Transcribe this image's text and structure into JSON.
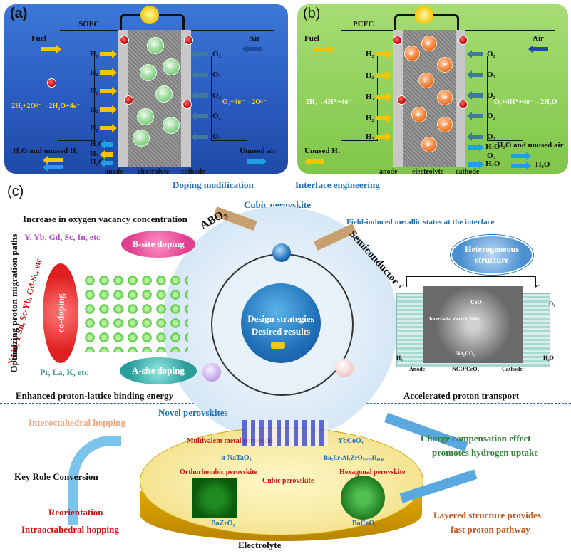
{
  "panel_a": {
    "label": "(a)",
    "title": "SOFC",
    "fuel": "Fuel",
    "air": "Air",
    "h2": "H₂",
    "o2": "O₂",
    "h2o": "H₂O",
    "ion": "O²⁻",
    "anode_reaction": "2H₂+2O²⁻→2H₂O+4e⁻",
    "cathode_reaction": "O₂+4e⁻→2O²⁻",
    "exhaust_left": "H₂O and unused H₂",
    "exhaust_right": "Unused air",
    "anode": "anode",
    "electrolyte": "electrolyte",
    "cathode": "cathode"
  },
  "panel_b": {
    "label": "(b)",
    "title": "PCFC",
    "fuel": "Fuel",
    "air": "Air",
    "h2": "H₂",
    "o2": "O₂",
    "h2o": "H₂O",
    "ion": "H⁺",
    "anode_reaction": "2H₂→4H⁺+4e⁻",
    "cathode_reaction": "O₂+4H⁺+4e⁻→2H₂O",
    "exhaust_left": "Unused H₂",
    "exhaust_right_1": "H₂O and unused air",
    "exhaust_right_2": "H₂O",
    "anode": "anode",
    "electrolyte": "electrolyte",
    "cathode": "cathode"
  },
  "panel_c": {
    "label": "(c)",
    "doping_modification": "Doping modification",
    "interface_engineering": "Interface engineering",
    "increase_vacancy": "Increase in oxygen vacancy concentration",
    "cubic_perovskite": "Cubic perovskite",
    "field_induced": "Field-induced metallic states at the interface",
    "abo3": "ABO₃",
    "semiconductor": "Semiconductor",
    "b_site_list": "Y, Yb, Gd, Sc, In, etc",
    "b_site_doping": "B-site doping",
    "co_doping_list": "Y-Gd, Y-Sn, Sc-Yb, Gd-Sc, etc",
    "co_doping": "co-doping",
    "a_site_list": "Pr, La, K, etc",
    "a_site_doping": "A-site doping",
    "optimizing": "Optimizing proton migration paths",
    "enhanced_binding": "Enhanced proton-lattice binding energy",
    "heterogeneous": "Heterogeneous structure",
    "design_1": "Design strategies",
    "design_2": "Desired results",
    "accelerated": "Accelerated proton transport",
    "inset_ceo2": "CeO₂",
    "inset_field": "Interfacial electric field",
    "inset_naco": "Na₂CO₃",
    "inset_anode": "Anode",
    "inset_nco": "NCO/CeO₂",
    "inset_cathode": "Cathode",
    "inset_h2": "H₂",
    "inset_h2o": "H₂O",
    "inset_o2": "O₂",
    "inset_e": "e⁻",
    "novel_perovskites": "Novel perovskites",
    "interoctahedral": "Interoctahedral hopping",
    "key_role": "Key Role Conversion",
    "reorientation": "Reorientation",
    "intraoctahedral": "Intraoctahedral hopping",
    "multivalent": "Multivalent metal perovskite",
    "ybcoo3": "YbCoO₃",
    "nataO3": "α-NaTaO₃",
    "ba5er": "Ba₅Er₂Al₂ZrO₁₃.₂₃H₀.₄₆",
    "orthorhombic": "Orthorhombic perovskite",
    "cubic_perovskite_2": "Cubic perovskite",
    "hexagonal": "Hexagonal perovskite",
    "bazro3": "BaZrO₃",
    "baceo3": "BaCeO₃",
    "electrolyte_label": "Electrolyte",
    "charge_comp_1": "Charge compensation effect",
    "charge_comp_2": "promotes hydrogen uptake",
    "layered_1": "Layered structure provides",
    "layered_2": "fast proton pathway"
  },
  "colors": {
    "blue_panel": "#2a5cc0",
    "green_panel": "#8fd05a",
    "text_blue": "#1e6fb8",
    "text_red": "#d01010",
    "text_green": "#2e7d32",
    "text_orange": "#c0561e"
  }
}
